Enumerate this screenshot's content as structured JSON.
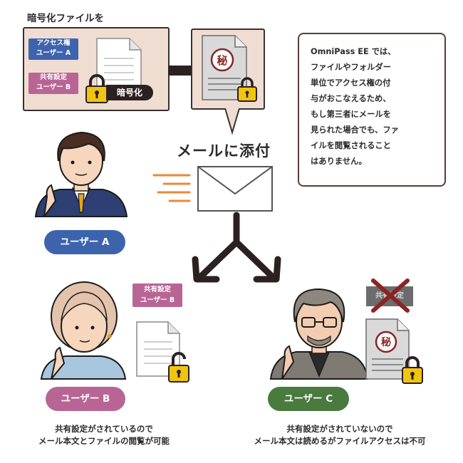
{
  "heading": "暗号化ファイルを",
  "enc_box": {
    "tag_access_line1": "アクセス権",
    "tag_access_line2": "ユーザー A",
    "tag_shared_line1": "共有設定",
    "tag_shared_line2": "ユーザー B",
    "encrypt_label": "暗号化"
  },
  "secret_mark": "秘",
  "info_box": {
    "lines": [
      "OmniPass EE では、",
      "ファイルやフォルダー",
      "単位でアクセス権の付",
      "与がおこなえるため、",
      "もし第三者にメールを",
      "見られた場合でも、ファ",
      "イルを閲覧されること",
      "はありません。"
    ]
  },
  "mail_title": "メールに添付",
  "users": {
    "a": {
      "label": "ユーザー A"
    },
    "b": {
      "label": "ユーザー B",
      "tag_line1": "共有設定",
      "tag_line2": "ユーザー B",
      "caption_line1": "共有設定がされているので",
      "caption_line2": "メール本文とファイルの閲覧が可能"
    },
    "c": {
      "label": "ユーザー C",
      "crossed_tag": "共有設定",
      "caption_line1": "共有設定がされていないので",
      "caption_line2": "メール本文は読めるがファイルアクセスは不可"
    }
  },
  "colors": {
    "blue": "#3d63ad",
    "pink": "#b86595",
    "green": "#497a3e",
    "gold": "#f1c40f",
    "orange": "#e88a3a",
    "cross": "#8b2424",
    "box_fill": "#f0ddd2"
  },
  "icons": [
    "document-icon",
    "padlock-icon",
    "secret-document-icon",
    "envelope-icon",
    "split-arrow-icon",
    "cross-mark-icon",
    "user-avatar"
  ]
}
